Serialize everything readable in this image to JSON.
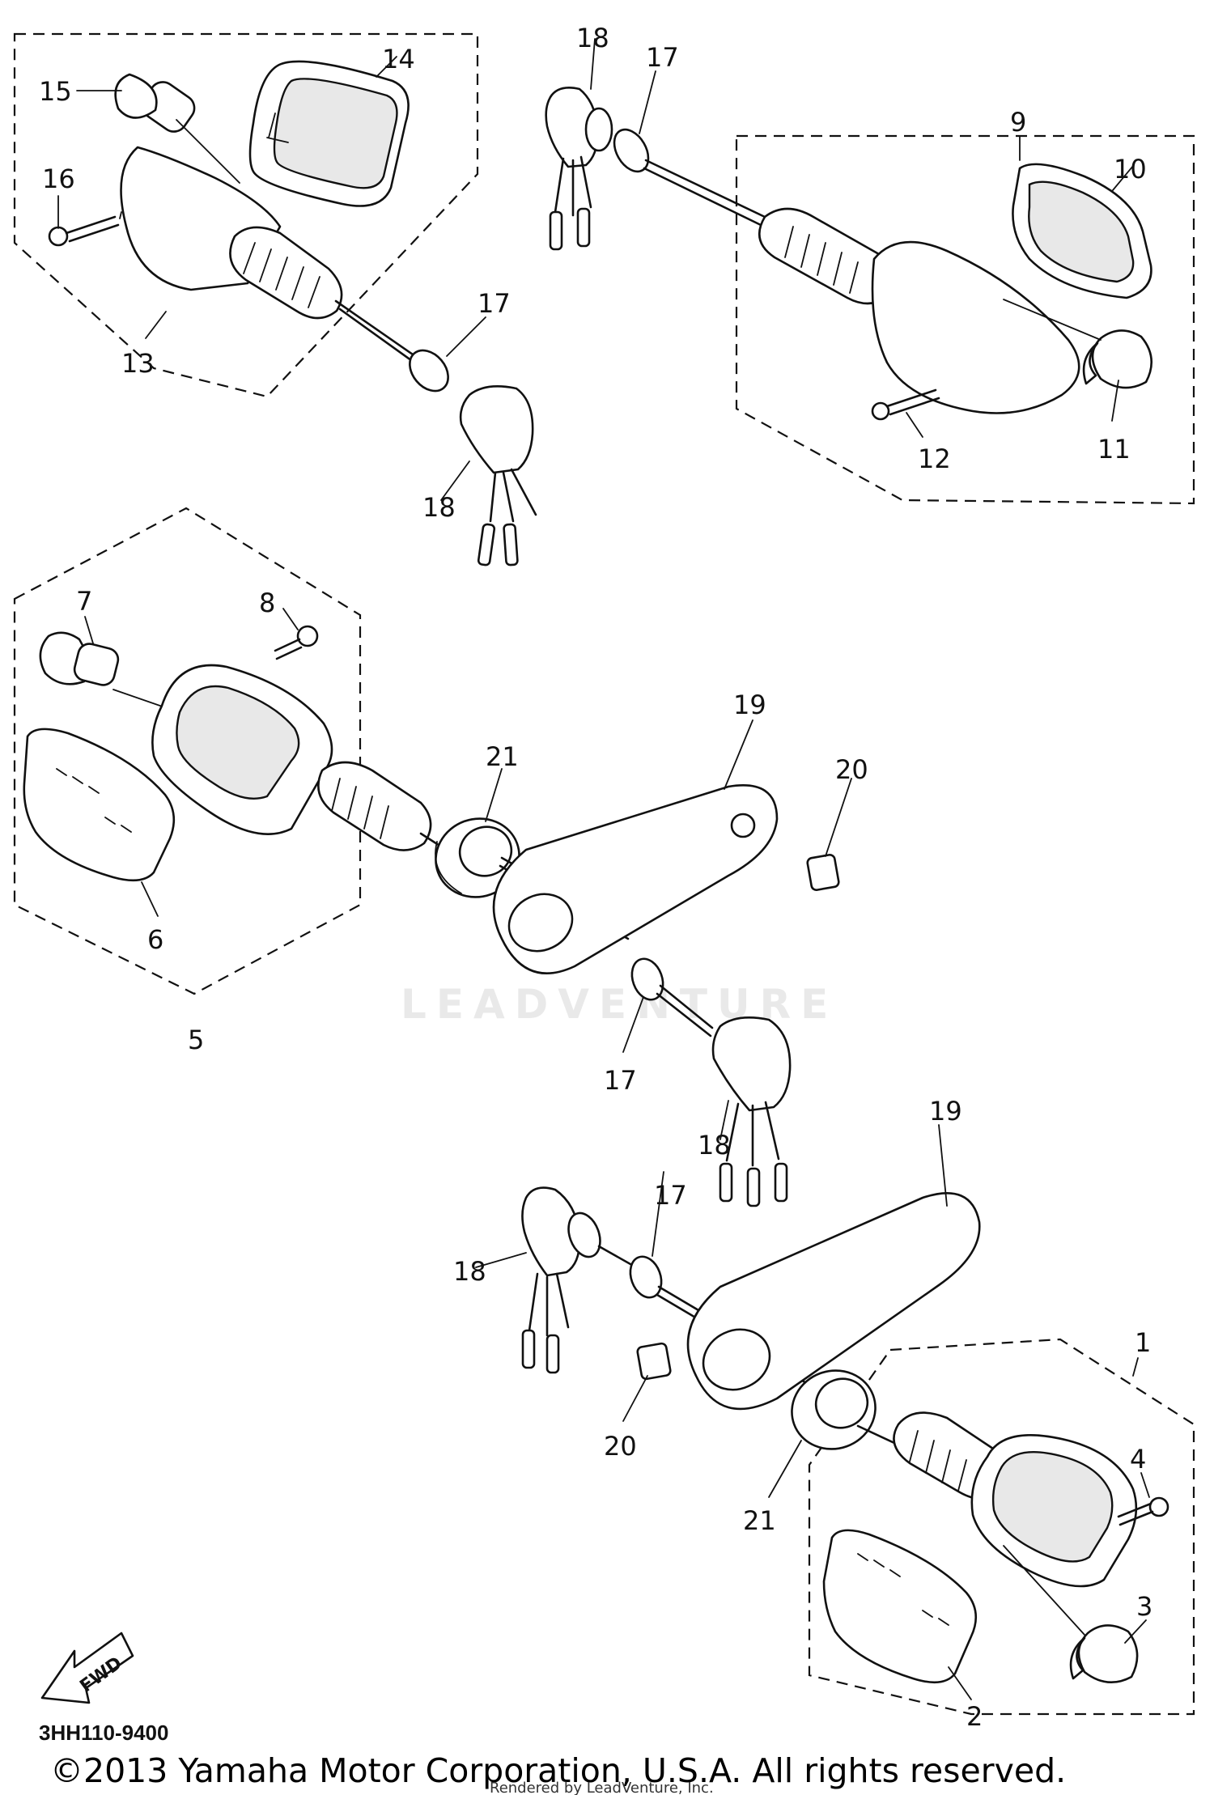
{
  "diagram": {
    "callouts": [
      {
        "id": "c15",
        "label": "15"
      },
      {
        "id": "c14",
        "label": "14"
      },
      {
        "id": "c16",
        "label": "16"
      },
      {
        "id": "c13",
        "label": "13"
      },
      {
        "id": "c17a",
        "label": "17"
      },
      {
        "id": "c18a",
        "label": "18"
      },
      {
        "id": "c18b",
        "label": "18"
      },
      {
        "id": "c17b",
        "label": "17"
      },
      {
        "id": "c9",
        "label": "9"
      },
      {
        "id": "c10",
        "label": "10"
      },
      {
        "id": "c11",
        "label": "11"
      },
      {
        "id": "c12",
        "label": "12"
      },
      {
        "id": "c7",
        "label": "7"
      },
      {
        "id": "c8",
        "label": "8"
      },
      {
        "id": "c6",
        "label": "6"
      },
      {
        "id": "c5",
        "label": "5"
      },
      {
        "id": "c21a",
        "label": "21"
      },
      {
        "id": "c19a",
        "label": "19"
      },
      {
        "id": "c20a",
        "label": "20"
      },
      {
        "id": "c17c",
        "label": "17"
      },
      {
        "id": "c18c",
        "label": "18"
      },
      {
        "id": "c19b",
        "label": "19"
      },
      {
        "id": "c18d",
        "label": "18"
      },
      {
        "id": "c17d",
        "label": "17"
      },
      {
        "id": "c20b",
        "label": "20"
      },
      {
        "id": "c21b",
        "label": "21"
      },
      {
        "id": "c1",
        "label": "1"
      },
      {
        "id": "c4",
        "label": "4"
      },
      {
        "id": "c3",
        "label": "3"
      },
      {
        "id": "c2",
        "label": "2"
      }
    ],
    "fwd_arrow_label": "FWD",
    "drawing_number": "3HH110-9400",
    "watermark": "LEADVENTURE"
  },
  "footer": {
    "copyright": "©2013 Yamaha Motor Corporation, U.S.A. All rights reserved.",
    "render_note": "Rendered by LeadVenture, Inc."
  }
}
